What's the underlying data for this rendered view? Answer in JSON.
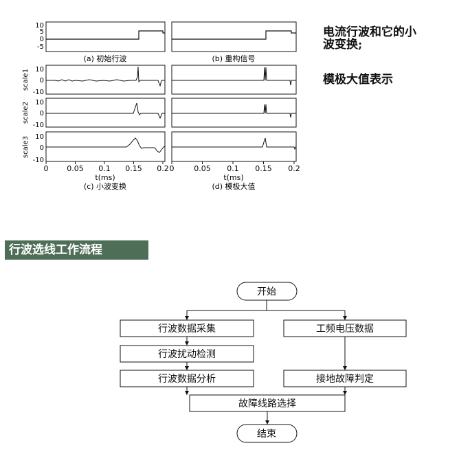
{
  "notes": {
    "line1": "电流行波和它的小",
    "line2": "波变换;",
    "line3": "模极大值表示"
  },
  "section_title": "行波选线工作流程",
  "panels": {
    "captions": [
      "(a) 初始行波",
      "(b) 重构信号",
      "(c) 小波变换",
      "(d) 模极大值"
    ],
    "row_labels": [
      "scale1",
      "scale2",
      "scale3"
    ],
    "top_ticks": [
      "10",
      "5",
      "0",
      "-5"
    ],
    "row_ticks": [
      "10",
      "0",
      "-10"
    ],
    "x_ticks": [
      0,
      0.05,
      0.1,
      0.15,
      0.2
    ],
    "x_tick_labels": [
      "0",
      "0.05",
      "0.1",
      "0.15",
      "0.2"
    ],
    "xlabel": "t(ms)"
  },
  "flow": {
    "start": "开始",
    "end": "结束",
    "steps": {
      "collect": "行波数据采集",
      "detect": "行波扰动检测",
      "analyze": "行波数据分析",
      "power": "工频电压数据",
      "judge": "接地故障判定",
      "select": "故障线路选择"
    }
  },
  "colors": {
    "section_bg": "#4e6e58",
    "line": "#111111"
  }
}
